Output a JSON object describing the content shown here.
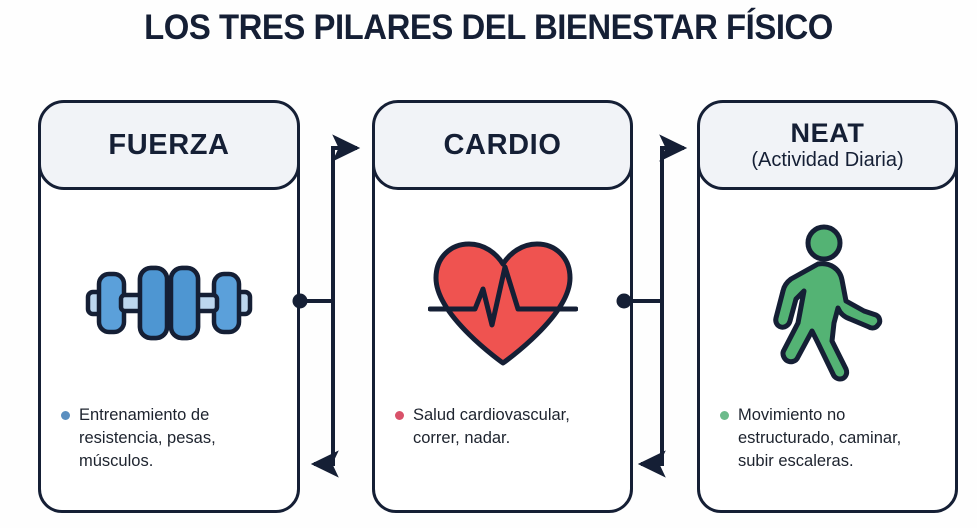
{
  "page": {
    "title": "LOS TRES PILARES DEL BIENESTAR FÍSICO",
    "background_color": "#ffffff",
    "ink_color": "#151f35"
  },
  "pillars": [
    {
      "id": "fuerza",
      "title": "FUERZA",
      "subtitle": "",
      "icon": "dumbbell-icon",
      "accent_color": "#5b8fc0",
      "bullet": "Entrenamiento de resistencia, pesas, músculos."
    },
    {
      "id": "cardio",
      "title": "CARDIO",
      "subtitle": "",
      "icon": "heart-pulse-icon",
      "accent_color": "#d9526a",
      "bullet": "Salud cardiovascular, correr, nadar."
    },
    {
      "id": "neat",
      "title": "NEAT",
      "subtitle": "(Actividad Diaria)",
      "icon": "walking-person-icon",
      "accent_color": "#6cbb8b",
      "bullet": "Movimiento no estructurado, caminar, subir escaleras."
    }
  ],
  "connectors": [
    {
      "id": "fuerza-to-cardio",
      "from": "fuerza",
      "to": "cardio",
      "direction": "forward"
    },
    {
      "id": "cardio-to-fuerza",
      "from": "cardio",
      "to": "fuerza",
      "direction": "return"
    },
    {
      "id": "cardio-to-neat",
      "from": "cardio",
      "to": "neat",
      "direction": "forward"
    },
    {
      "id": "neat-to-cardio",
      "from": "neat",
      "to": "cardio",
      "direction": "return"
    }
  ]
}
